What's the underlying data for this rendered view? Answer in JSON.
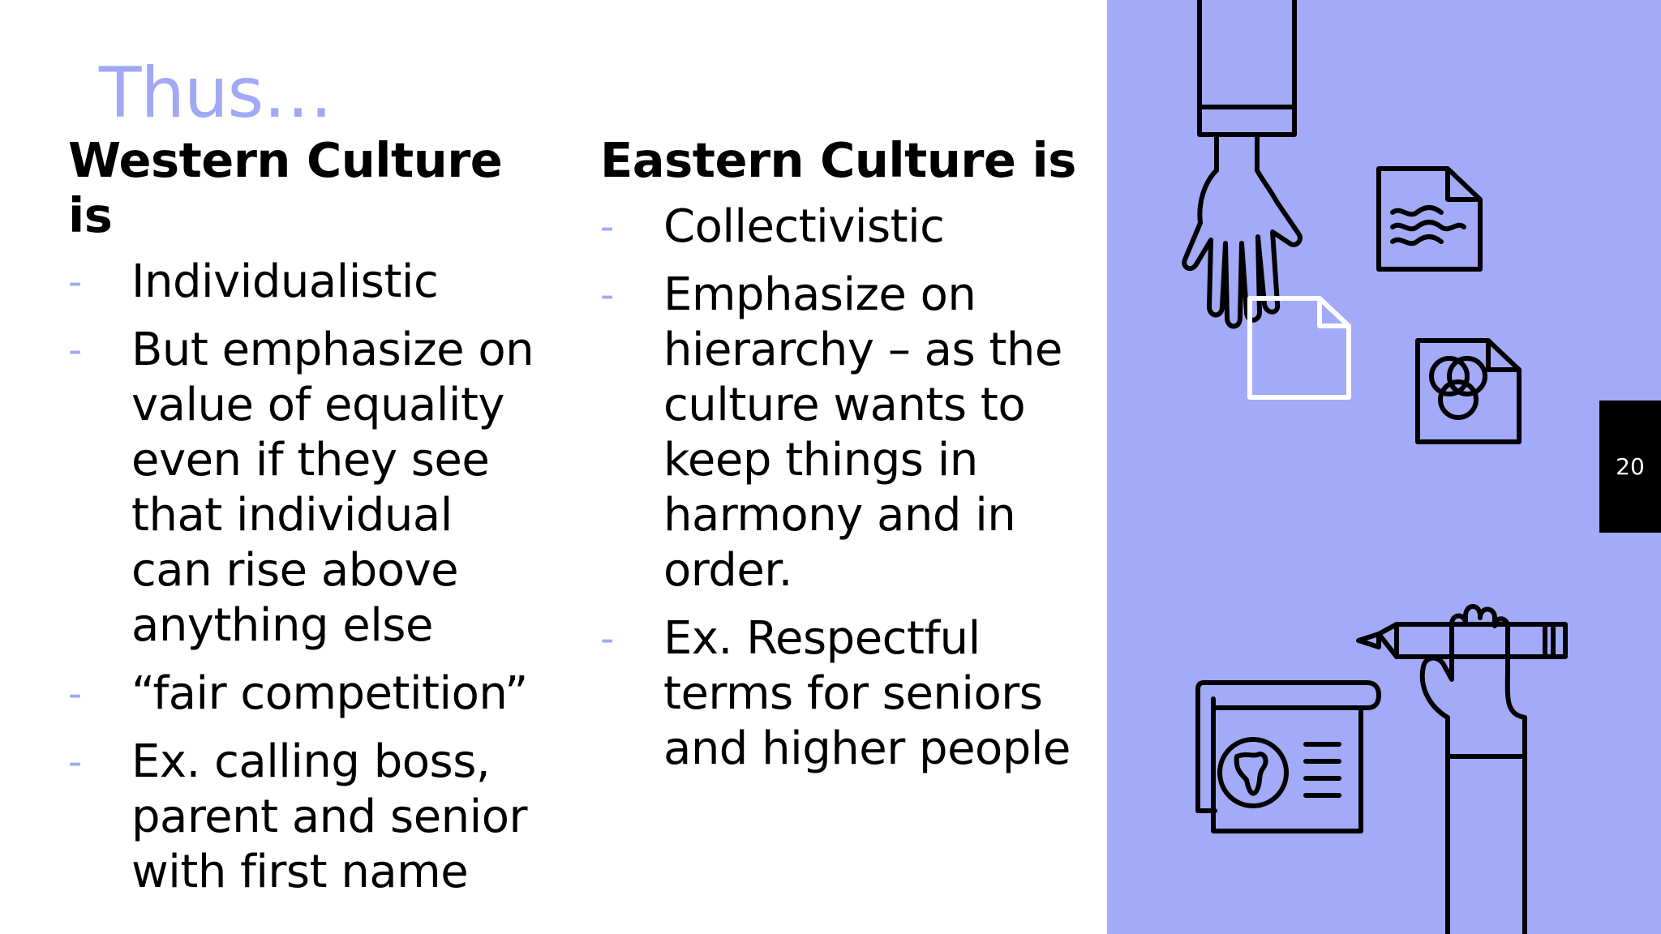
{
  "slide": {
    "title": "Thus…",
    "page_number": "20",
    "accent_color": "#a3aaf8"
  },
  "western": {
    "heading": "Western Culture is",
    "bullets": [
      "Individualistic",
      "But emphasize on value of equality even if they see that individual can rise above anything else",
      "“fair competition”",
      "Ex. calling boss, parent and senior with first name"
    ]
  },
  "eastern": {
    "heading": "Eastern Culture is",
    "bullets": [
      "Collectivistic",
      "Emphasize on hierarchy – as the culture wants to keep things in harmony and in order.",
      "Ex. Respectful terms for seniors and higher people"
    ]
  },
  "illustration": {
    "icons": [
      "hand-icon",
      "document-icon",
      "blank-page-icon",
      "venn-file-icon",
      "pencil-hand-icon",
      "globe-scroll-icon"
    ]
  }
}
